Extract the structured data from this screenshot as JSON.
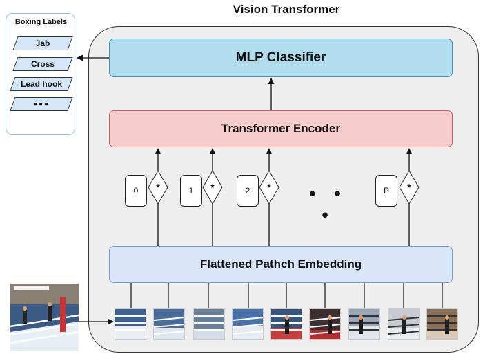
{
  "title": "Vision Transformer",
  "blocks": {
    "mlp": "MLP Classifier",
    "encoder": "Transformer Encoder",
    "embedding": "Flattened Pathch Embedding"
  },
  "labels_panel": {
    "title": "Boxing Labels",
    "items": [
      "Jab",
      "Cross",
      "Lead hook",
      "●●●"
    ]
  },
  "tokens": [
    {
      "index": "0",
      "op": "*"
    },
    {
      "index": "1",
      "op": "*"
    },
    {
      "index": "2",
      "op": "*"
    },
    {
      "index": "P",
      "op": "*"
    }
  ],
  "ellipsis": "• • •",
  "patches": {
    "count": 9,
    "icons": [
      "ring-patch-icon"
    ]
  },
  "colors": {
    "mlp": "#b1ddef",
    "encoder": "#f6cccc",
    "embedding": "#d9e6fa",
    "frame": "#eeeeee"
  }
}
